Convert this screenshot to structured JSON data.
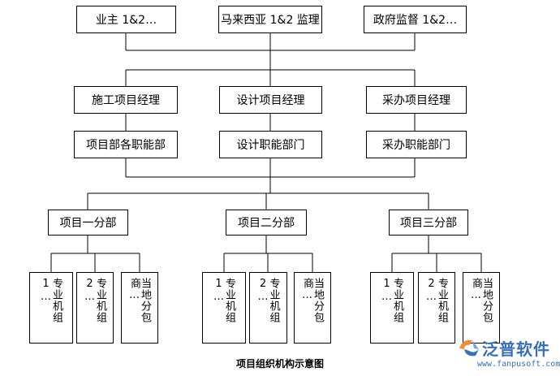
{
  "top_row": [
    "业主 1&2…",
    "马来西亚 1&2 监理",
    "政府监督 1&2…"
  ],
  "managers": [
    "施工项目经理",
    "设计项目经理",
    "采办项目经理"
  ],
  "departments": [
    "项目部各职能部",
    "设计职能部门",
    "采办职能部门"
  ],
  "divisions": [
    "项目一分部",
    "项目二分部",
    "项目三分部"
  ],
  "units": {
    "div1": [
      "专业机组 1…",
      "专业机组 2…",
      "当地分包商…"
    ],
    "div2": [
      "专业机组 1…",
      "专业机组 2…",
      "当地分包商…"
    ],
    "div3": [
      "专业机组 1…",
      "专业机组 2…",
      "当地分包商…"
    ]
  },
  "caption": "项目组织机构示意图",
  "watermark": {
    "brand": "泛普软件",
    "url": "www.fanpusoft.com",
    "color": "#3a6fb5"
  }
}
